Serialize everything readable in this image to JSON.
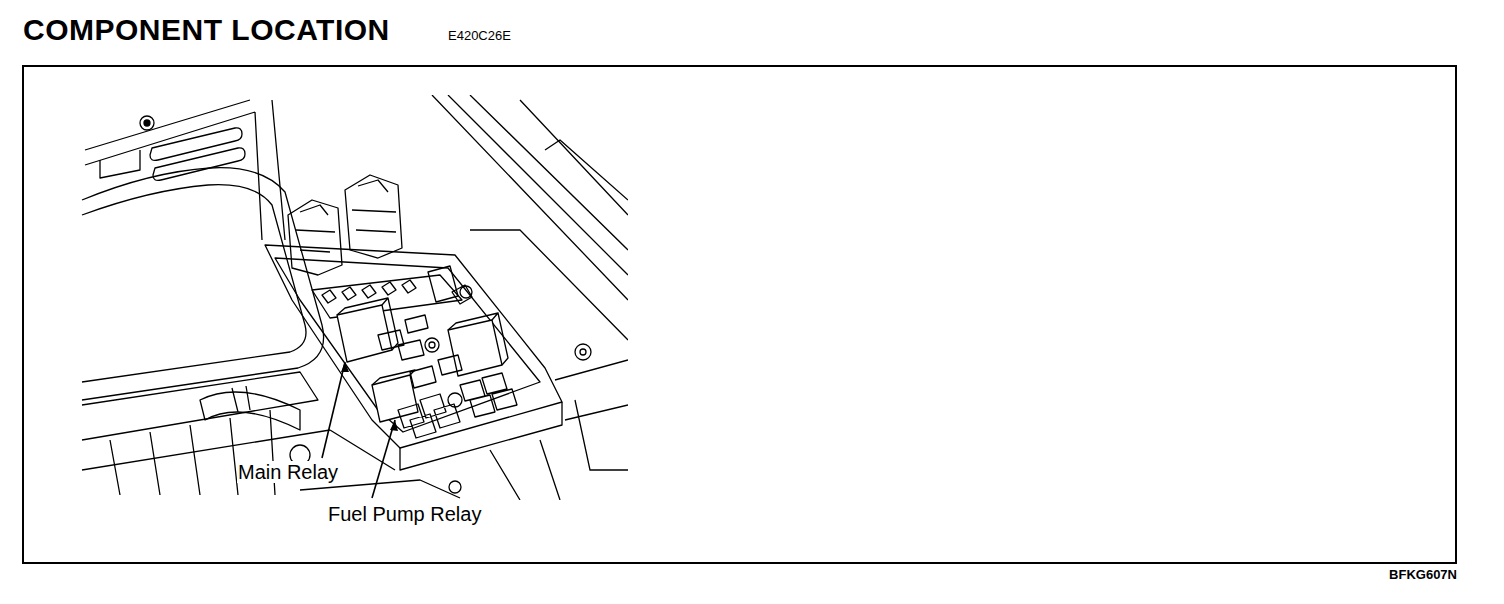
{
  "diagram": {
    "title": "COMPONENT LOCATION",
    "labels": [
      "E420C26E",
      "Main Relay",
      "Fuel Pump Relay",
      "BFKG607N"
    ]
  }
}
